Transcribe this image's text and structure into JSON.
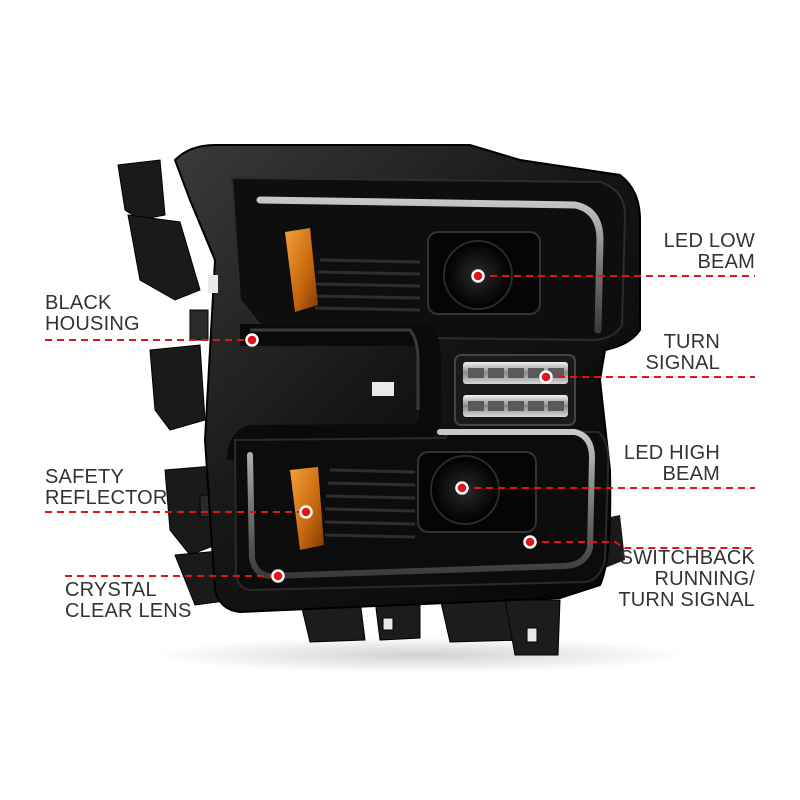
{
  "colors": {
    "callout_line": "#e0141a",
    "callout_dot_fill": "#e0141a",
    "callout_dot_ring": "#ffffff",
    "label_text": "#333333"
  },
  "callouts": {
    "low_beam": {
      "line1": "LED LOW",
      "line2": "BEAM"
    },
    "turn_signal": {
      "line1": "TURN",
      "line2": "SIGNAL"
    },
    "high_beam": {
      "line1": "LED HIGH",
      "line2": "BEAM"
    },
    "switchback": {
      "line1": "SWITCHBACK",
      "line2": "RUNNING/",
      "line3": "TURN SIGNAL"
    },
    "black_housing": {
      "line1": "BLACK",
      "line2": "HOUSING"
    },
    "safety_reflector": {
      "line1": "SAFETY",
      "line2": "REFLECTOR"
    },
    "crystal_lens": {
      "line1": "CRYSTAL",
      "line2": "CLEAR LENS"
    }
  }
}
